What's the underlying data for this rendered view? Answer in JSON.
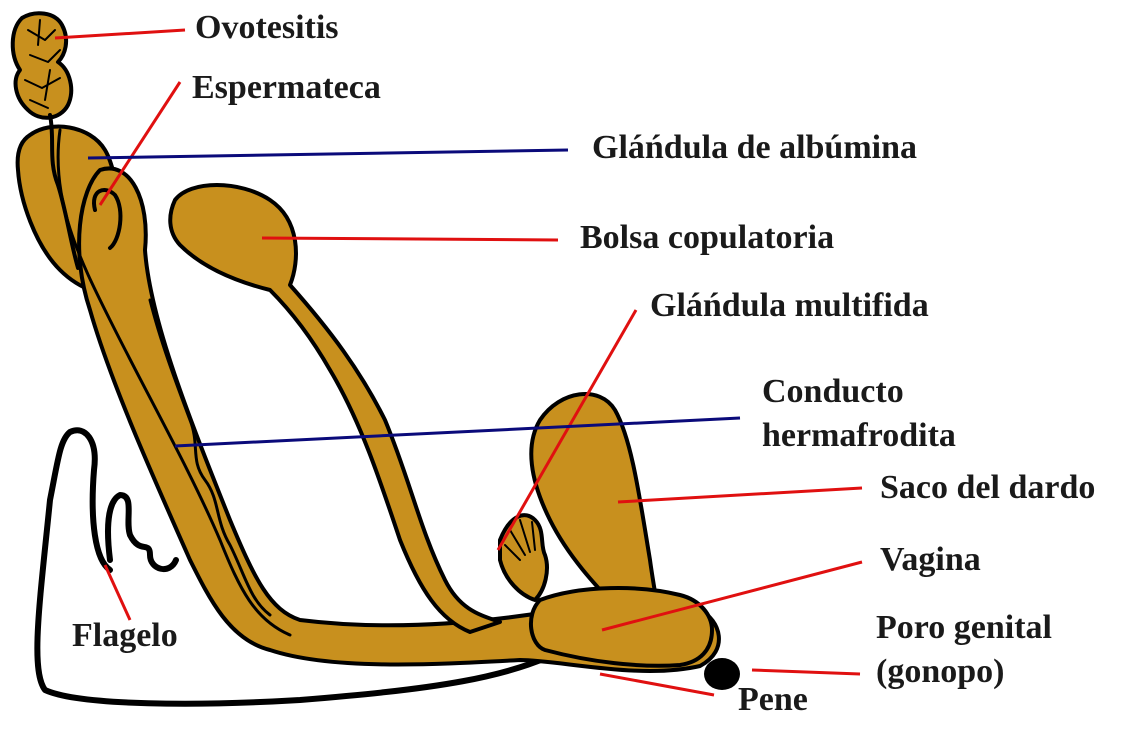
{
  "colors": {
    "organ": "#c8901e",
    "outline": "#000000",
    "leader_red": "#e01010",
    "leader_blue": "#0a0a7a",
    "label_text": "#1a1a1a"
  },
  "labels": {
    "ovotesitis": "Ovotesitis",
    "espermateca": "Espermateca",
    "glandula_albumina": "Gláńdula de albúmina",
    "bolsa_copulatoria": "Bolsa copulatoria",
    "glandula_multifida": "Gláńdula multifida",
    "conducto_line1": "Conducto",
    "conducto_line2": "hermafrodita",
    "saco_dardo": "Saco del dardo",
    "vagina": "Vagina",
    "poro_line1": "Poro genital",
    "poro_line2": "(gonopo)",
    "flagelo": "Flagelo",
    "pene": "Pene"
  }
}
